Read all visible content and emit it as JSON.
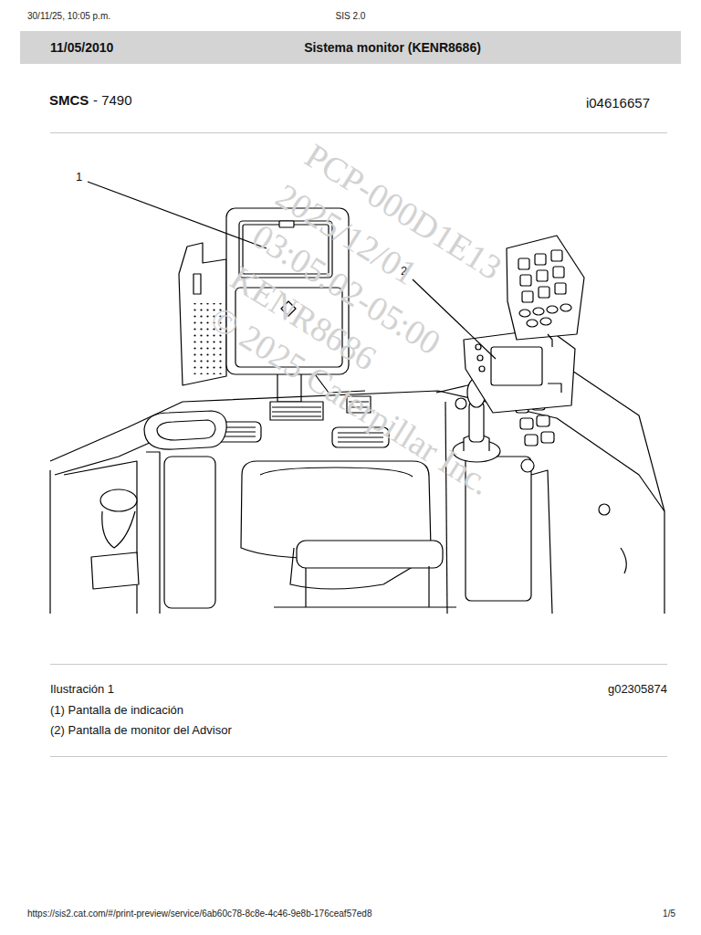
{
  "diagram": {
    "title": "Sistema monitor (KENR8686)",
    "labels": [
      "30/11/25, 10:05 p.m.",
      "SIS 2.0",
      "11/05/2010",
      "SMCS",
      "- 7490",
      "i04616657",
      "1",
      "2",
      "PCP-000D1E13",
      "2025/12/01",
      "03:05:02-05:00",
      "KENR8686",
      "© 2025 Caterpillar Inc.",
      "Ilustración 1",
      "g02305874",
      "(1) Pantalla de indicación",
      "(2) Pantalla de monitor del Advisor",
      "https://sis2.cat.com/#/print-preview/service/6ab60c78-8c8e-4c46-9e8b-176ceaf57ed8",
      "1/5"
    ]
  }
}
